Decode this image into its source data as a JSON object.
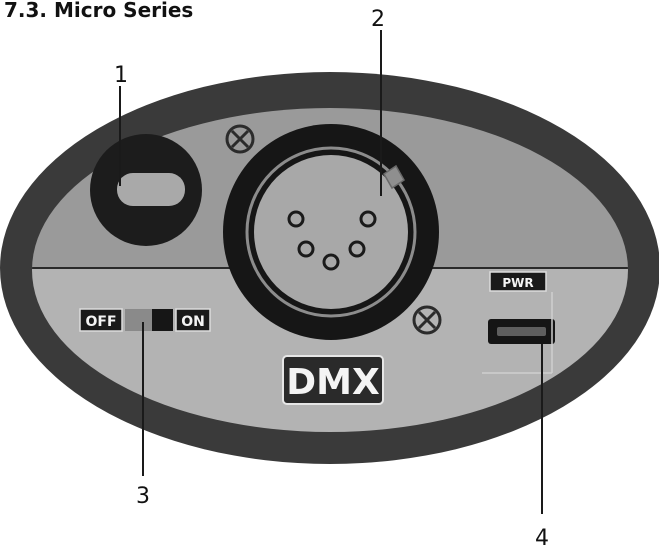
{
  "section_title": "7.3. Micro Series",
  "callouts": [
    {
      "number": "1"
    },
    {
      "number": "2"
    },
    {
      "number": "3"
    },
    {
      "number": "4"
    }
  ],
  "panel": {
    "switch_off_label": "OFF",
    "switch_on_label": "ON",
    "connector_label": "DMX",
    "power_port_label": "PWR"
  },
  "colors": {
    "outer_rim": "#3a3a3a",
    "panel_upper": "#9a9a9a",
    "panel_lower": "#b3b3b3",
    "dark_parts": "#1a1a1a",
    "xlr_face": "#a8a8a8"
  }
}
